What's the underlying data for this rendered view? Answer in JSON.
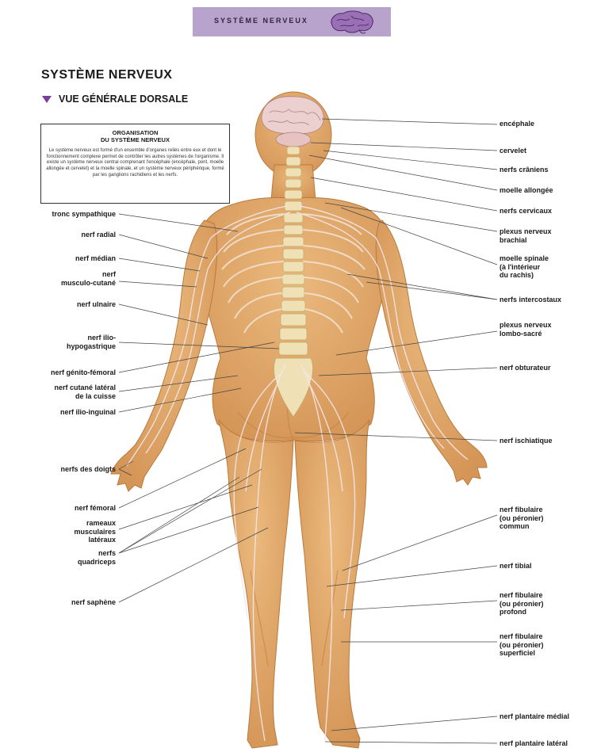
{
  "header": {
    "banner_text": "SYSTÈME NERVEUX",
    "banner_icon": "brain-icon"
  },
  "page": {
    "title": "SYSTÈME NERVEUX",
    "subtitle": "VUE GÉNÉRALE DORSALE"
  },
  "infobox": {
    "title_line1": "ORGANISATION",
    "title_line2": "DU SYSTÈME NERVEUX",
    "body": "Le système nerveux est formé d'un ensemble d'organes reliés entre eux et dont le fonctionnement complexe permet de contrôler les autres systèmes de l'organisme. Il existe un système nerveux central comprenant l'encéphale (encéphale, pont, moelle allongée et cervelet) et la moelle spinale, et un système nerveux périphérique, formé par les ganglions rachidiens et les nerfs."
  },
  "labels_left": [
    [
      "tronc sympathique"
    ],
    [
      "nerf radial"
    ],
    [
      "nerf médian"
    ],
    [
      "nerf",
      "musculo-cutané"
    ],
    [
      "nerf ulnaire"
    ],
    [
      "nerf ilio-",
      "hypogastrique"
    ],
    [
      "nerf génito-fémoral"
    ],
    [
      "nerf cutané latéral",
      "de la cuisse"
    ],
    [
      "nerf ilio-inguinal"
    ],
    [
      "nerfs des doigts"
    ],
    [
      "nerf fémoral"
    ],
    [
      "rameaux",
      "musculaires",
      "latéraux"
    ],
    [
      "nerfs",
      "quadriceps"
    ],
    [
      "nerf saphène"
    ]
  ],
  "labels_right": [
    [
      "encéphale"
    ],
    [
      "cervelet"
    ],
    [
      "nerfs crâniens"
    ],
    [
      "moelle allongée"
    ],
    [
      "nerfs cervicaux"
    ],
    [
      "plexus nerveux",
      "brachial"
    ],
    [
      "moelle spinale",
      "(à l'intérieur",
      "du rachis)"
    ],
    [
      "nerfs intercostaux"
    ],
    [
      "plexus nerveux",
      "lombo-sacré"
    ],
    [
      "nerf obturateur"
    ],
    [
      "nerf ischiatique"
    ],
    [
      "nerf fibulaire",
      "(ou péronier)",
      "commun"
    ],
    [
      "nerf tibial"
    ],
    [
      "nerf fibulaire",
      "(ou péronier)",
      "profond"
    ],
    [
      "nerf fibulaire",
      "(ou péronier)",
      "superficiel"
    ],
    [
      "nerf plantaire médial"
    ],
    [
      "nerf plantaire latéral"
    ]
  ],
  "colors": {
    "banner": "#b8a3cc",
    "skin": "#e2aa6c",
    "skin_shadow": "#c98a4e",
    "nerve": "#f4e6ea",
    "spine": "#eee0b4",
    "brain": "#e8c9c9",
    "triangle": "#7a3d9a"
  }
}
